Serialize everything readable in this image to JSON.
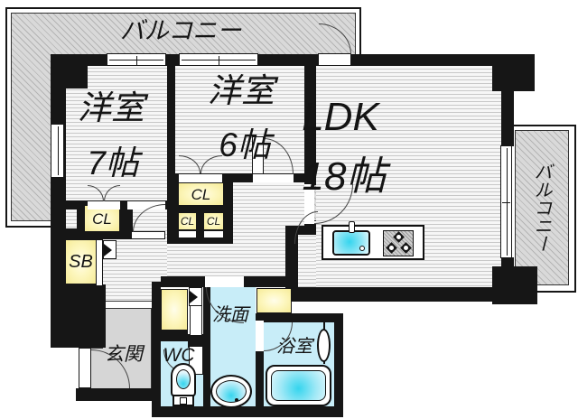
{
  "balconies": {
    "top": "バルコニー",
    "right": "バルコニー"
  },
  "rooms": {
    "western7": {
      "name": "洋室",
      "size": "7帖"
    },
    "western6": {
      "name": "洋室",
      "size": "6帖"
    },
    "ldk": {
      "name": "LDK",
      "size": "18帖"
    },
    "entrance": {
      "label": "玄関"
    },
    "washroom": {
      "label": "洗面"
    },
    "toilet": {
      "label": "WC"
    },
    "bathroom": {
      "label": "浴室"
    }
  },
  "storage": {
    "closet1": "CL",
    "closet2": "CL",
    "closet3": "CL",
    "closet4": "CL",
    "shoebox": "SB"
  },
  "colors": {
    "wall": "#161616",
    "closet_yellow": "#f6eb96",
    "water_cyan": "#c8edf8",
    "entrance_gray": "#d6d6d6",
    "balcony_gray": "#d9d9d9",
    "fixture_accent": "#35d5ee"
  }
}
